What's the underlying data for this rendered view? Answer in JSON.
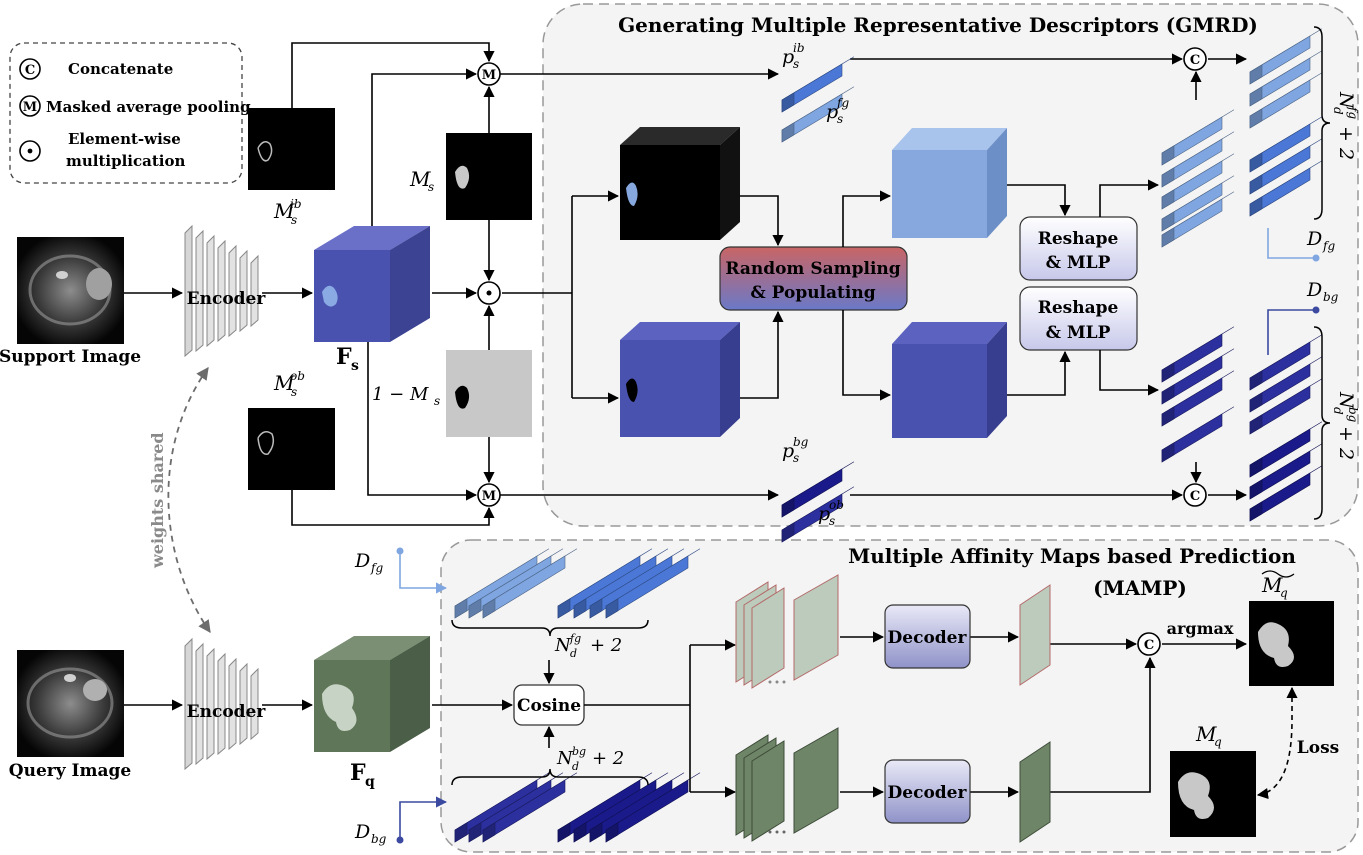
{
  "legend": {
    "concat_symbol": "C",
    "concat_label": "Concatenate",
    "map_symbol": "M",
    "map_label": "Masked average pooling",
    "mult_label_1": "Element-wise",
    "mult_label_2": "multiplication"
  },
  "support": {
    "image_label": "Support Image",
    "encoder_label": "Encoder",
    "feature_label": "F",
    "feature_sub": "s",
    "mask_label": "M",
    "mask_sub": "s",
    "inv_mask_label": "1 − M",
    "inv_mask_sub": "s",
    "ib_mask_label": "M",
    "ib_mask_sub": "s",
    "ib_mask_sup": "ib",
    "ob_mask_label": "M",
    "ob_mask_sub": "s",
    "ob_mask_sup": "ob"
  },
  "weights_shared": "weights shared",
  "gmrd": {
    "title": "Generating Multiple Representative Descriptors (GMRD)",
    "random_line1": "Random Sampling",
    "random_line2": "& Populating",
    "reshape_line1": "Reshape",
    "reshape_line2": "& MLP",
    "p_ib": "p",
    "p_ib_sub": "s",
    "p_ib_sup": "ib",
    "p_fg": "p",
    "p_fg_sub": "s",
    "p_fg_sup": "fg",
    "p_bg": "p",
    "p_bg_sub": "s",
    "p_bg_sup": "bg",
    "p_ob": "p",
    "p_ob_sub": "s",
    "p_ob_sup": "ob",
    "d_fg": "D",
    "d_fg_sub": "fg",
    "d_bg": "D",
    "d_bg_sub": "bg",
    "n_fg_label": "N",
    "n_fg_sub": "d",
    "n_fg_sup": "fg",
    "n_fg_tail": "+ 2",
    "n_bg_label": "N",
    "n_bg_sub": "d",
    "n_bg_sup": "bg",
    "n_bg_tail": "+ 2"
  },
  "mamp": {
    "title_line1": "Multiple Affinity Maps based Prediction",
    "title_line2": "(MAMP)",
    "cosine_label": "Cosine",
    "decoder_label": "Decoder",
    "argmax_label": "argmax",
    "loss_label": "Loss",
    "pred_label": "M",
    "pred_sub": "q",
    "gt_label": "M",
    "gt_sub": "q",
    "n_label": "N",
    "n_sub": "d",
    "n_fg_sup": "fg",
    "n_bg_sup": "bg",
    "n_tail": "+ 2",
    "d_fg": "D",
    "d_fg_sub": "fg",
    "d_bg": "D",
    "d_bg_sub": "bg"
  },
  "query": {
    "image_label": "Query Image",
    "encoder_label": "Encoder",
    "feature_label": "F",
    "feature_sub": "q"
  },
  "colors": {
    "light_blue": "#7fa6e0",
    "mid_blue": "#4b78d6",
    "dark_blue": "#2c2f9e",
    "navy": "#1a1a8a",
    "feature_purple": "#4a52b0",
    "feature_green": "#5f7659",
    "panel_bg": "#f4f4f4",
    "light_node": "#86a8de"
  }
}
